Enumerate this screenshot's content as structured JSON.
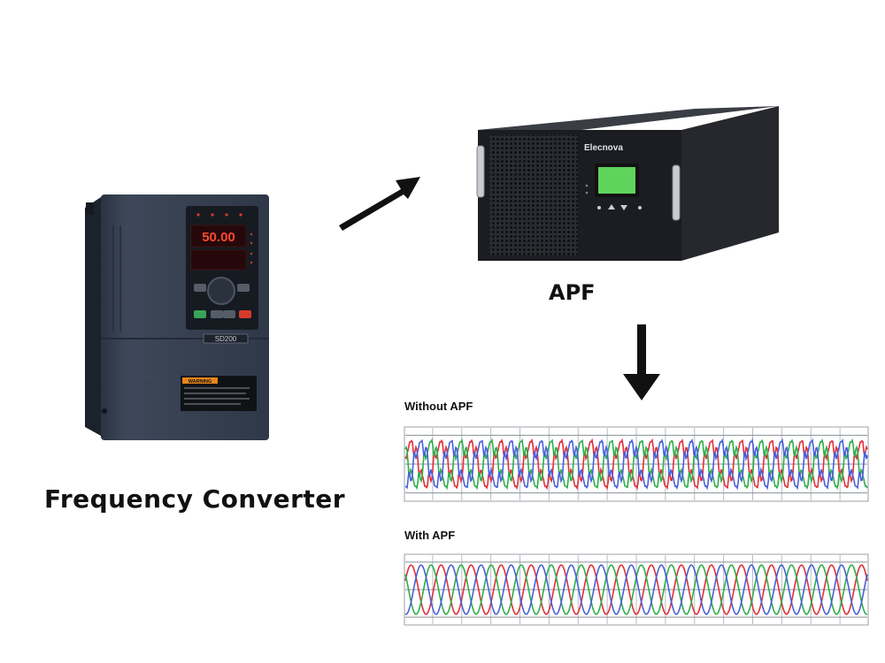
{
  "labels": {
    "frequency_converter": "Frequency Converter",
    "apf": "APF",
    "without_apf": "Without APF",
    "with_apf": "With APF"
  },
  "converter": {
    "display_top": "50.00",
    "display_bottom": "",
    "model_badge": "SD200",
    "warning_title": "WARNING",
    "button_colors": [
      "#888888",
      "#3aa35a",
      "#888888",
      "#d83a2a"
    ]
  },
  "apf_device": {
    "brand": "Elecnova"
  },
  "colors": {
    "phase_red": "#e0303a",
    "phase_green": "#2fae4a",
    "phase_blue": "#4a60d8",
    "arrow": "#111111",
    "grid": "#9aa0a8"
  }
}
